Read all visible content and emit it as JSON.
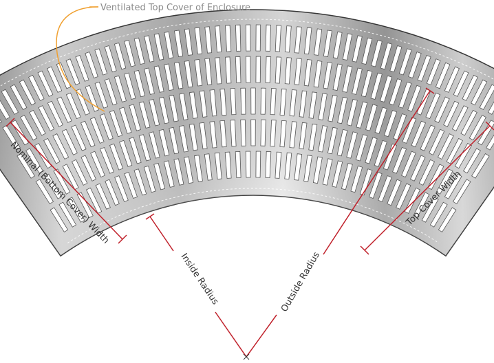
{
  "labels": {
    "callout": "Ventilated Top Cover of Enclosure",
    "nominal_width": "Nominal (Bottom Cover) Width",
    "top_cover_width": "Top Cover Width",
    "inside_radius": "Inside Radius",
    "outside_radius": "Outside Radius"
  },
  "colors": {
    "dimension": "#c0202a",
    "callout_leader": "#f0a030",
    "panel_edge": "#3a3a3a",
    "panel_fill_light": "#f4f4f4",
    "panel_fill_dark": "#9a9a9a",
    "slot": "#ffffff"
  },
  "panel": {
    "slot_rows": 5
  }
}
